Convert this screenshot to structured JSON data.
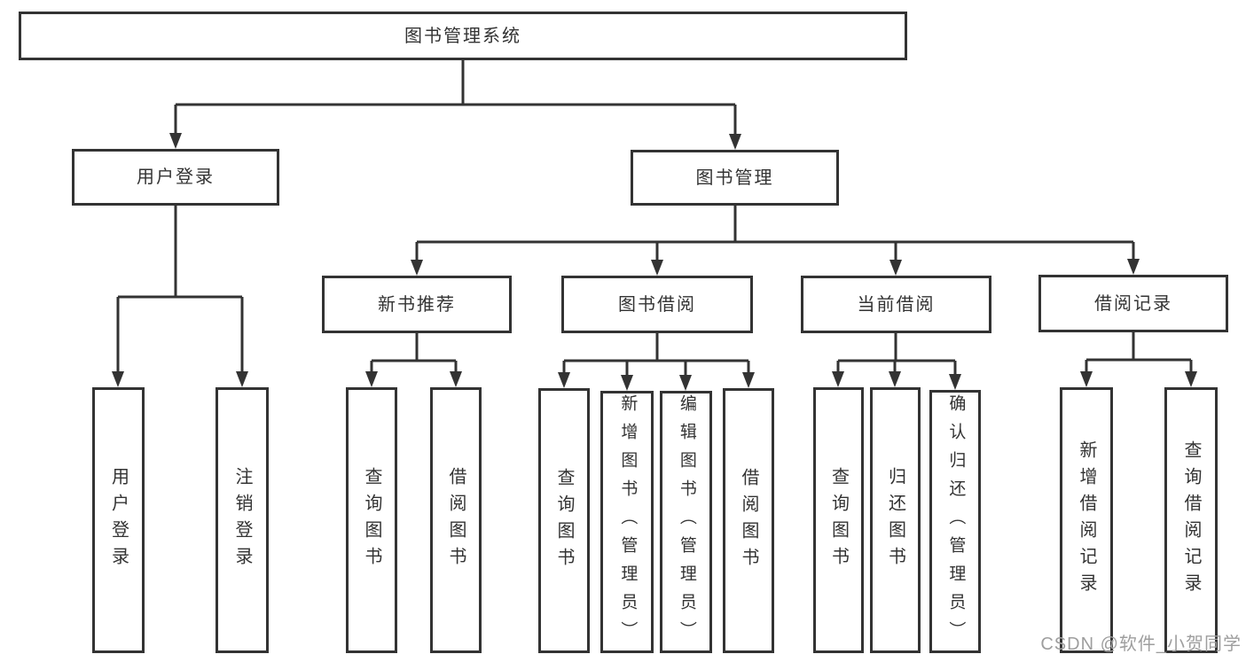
{
  "colors": {
    "line": "#333333",
    "text": "#333333",
    "background": "#ffffff",
    "watermark": "#9e9e9e"
  },
  "watermark": {
    "text": "CSDN @软件_小贺同学"
  },
  "tree": {
    "label": "图书管理系统",
    "children": [
      {
        "label": "用户登录",
        "children": [
          {
            "label": "用户登录"
          },
          {
            "label": "注销登录"
          }
        ]
      },
      {
        "label": "图书管理",
        "children": [
          {
            "label": "新书推荐",
            "children": [
              {
                "label": "查询图书"
              },
              {
                "label": "借阅图书"
              }
            ]
          },
          {
            "label": "图书借阅",
            "children": [
              {
                "label": "查询图书"
              },
              {
                "label": "新增图书（管理员）"
              },
              {
                "label": "编辑图书（管理员）"
              },
              {
                "label": "借阅图书"
              }
            ]
          },
          {
            "label": "当前借阅",
            "children": [
              {
                "label": "查询图书"
              },
              {
                "label": "归还图书"
              },
              {
                "label": "确认归还（管理员）"
              }
            ]
          },
          {
            "label": "借阅记录",
            "children": [
              {
                "label": "新增借阅记录"
              },
              {
                "label": "查询借阅记录"
              }
            ]
          }
        ]
      }
    ]
  }
}
